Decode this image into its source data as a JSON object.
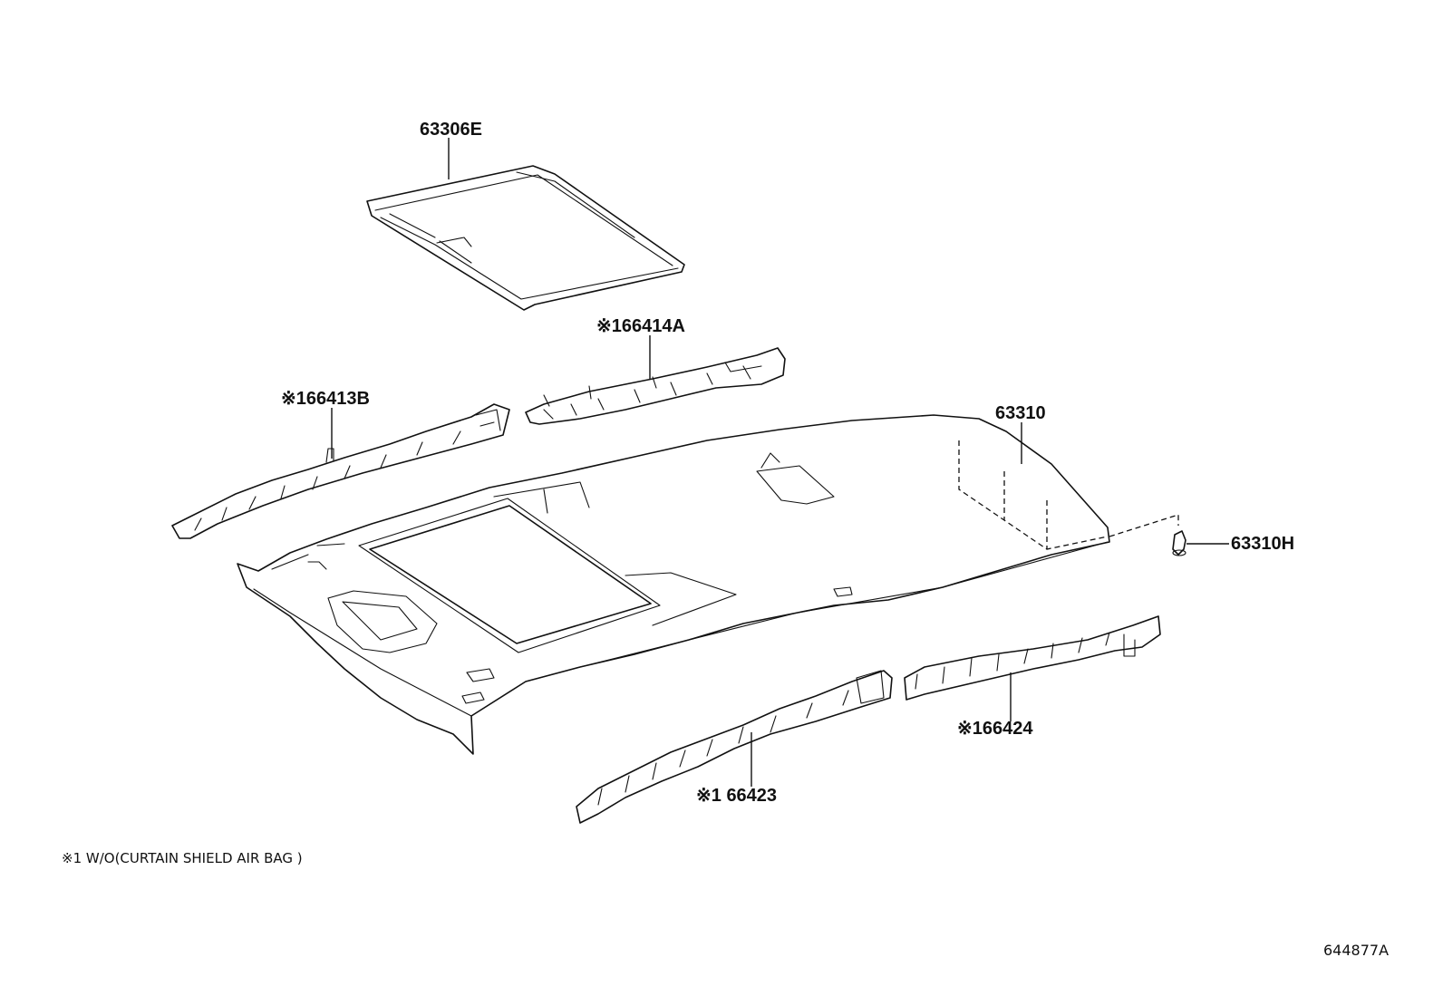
{
  "callouts": {
    "sunshade": "63306E",
    "roof_side_front_rh": "※166414A",
    "roof_side_front_lh": "※166413B",
    "headliner": "63310",
    "clip": "63310H",
    "roof_side_rear_rh": "※166424",
    "roof_side_rear_lh": "※1 66423"
  },
  "footnote": "※1 W/O(CURTAIN SHIELD AIR BAG )",
  "figure_number": "644877A"
}
